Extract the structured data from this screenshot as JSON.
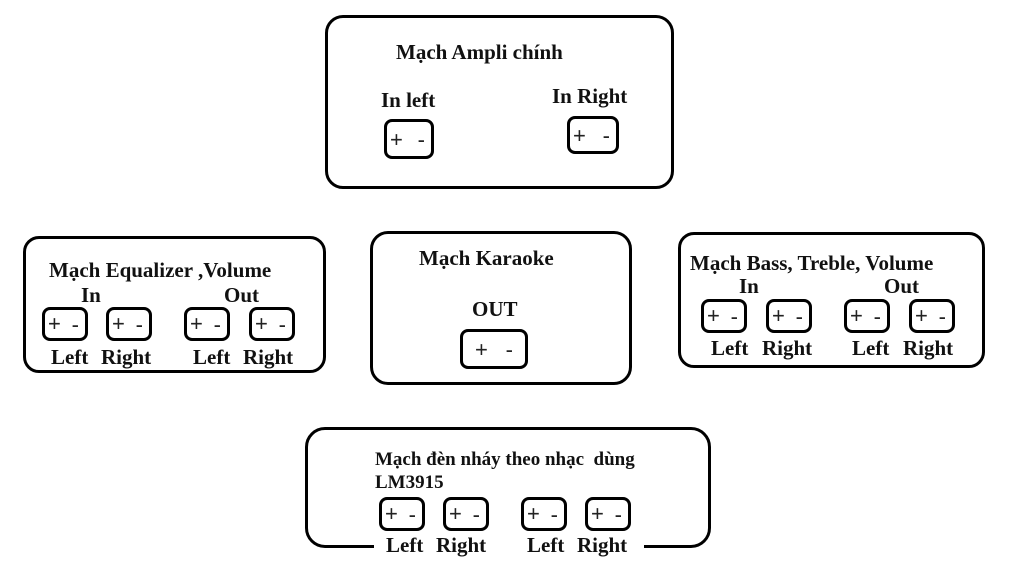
{
  "blocks": {
    "main_amp": {
      "title": "Mạch Ampli chính",
      "in_left": "In left",
      "in_right": "In Right"
    },
    "equalizer": {
      "title": "Mạch Equalizer ,Volume",
      "in": "In",
      "out": "Out",
      "left": "Left",
      "right": "Right"
    },
    "karaoke": {
      "title": "Mạch Karaoke",
      "out": "OUT"
    },
    "bass_treble": {
      "title": "Mạch Bass, Treble, Volume",
      "in": "In",
      "out": "Out",
      "left": "Left",
      "right": "Right"
    },
    "led_vu": {
      "title_line1": "Mạch đèn nháy theo nhạc  dùng",
      "title_line2": "LM3915",
      "left": "Left",
      "right": "Right"
    }
  },
  "terminal": {
    "plus": "+",
    "minus": "-"
  }
}
